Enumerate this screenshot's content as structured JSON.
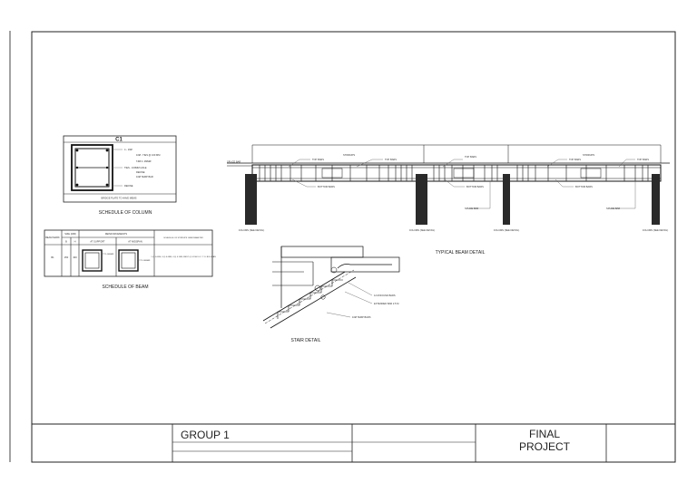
{
  "sheet": {
    "column_schedule": {
      "mark": "C1",
      "notes": [
        "4 - 16Ø",
        "10Ø - TIES @ 100 MM",
        "T&B 0. 2MMØ",
        "TIES - 100MM HOLE",
        "REFINE",
        "10Ø TEMP BAR",
        "REFINE"
      ],
      "footnote": "BRIDGE PLATE TO HAVE MEMS",
      "caption": "SCHEDULE OF COLUMN"
    },
    "beam_schedule": {
      "headers": {
        "beam_mark": "BEAM MARK",
        "size": "SIZE (MM)",
        "b": "B",
        "h": "H",
        "reinforcements": "REINFORCEMENTS",
        "at_support": "AT SUPPORT",
        "at_midspan": "AT MIDSPAN",
        "stirrups": "SCHEDULE OF STIRRUPS 10MM DIAMETER"
      },
      "row": {
        "mark": "B1",
        "b": "250",
        "h": "300",
        "support_note": "2-16MMØ",
        "midspan_note": "2-16MMØ",
        "stirrups_text": "1 @ 0.05M, 4 @ 0.08M, 4 @ 0.10M, REST @ 0.15M O.C. T.O. B/S SPAN"
      },
      "caption": "SCHEDULE OF BEAM"
    },
    "beam_detail": {
      "labels": [
        "TOP BARS",
        "BOTTOM BARS",
        "STIRRUPS",
        "SPLICE BAR"
      ],
      "column_tags": [
        "COLUMN (SEE DETAIL)",
        "COLUMN (SEE DETAIL)",
        "COLUMN (SEE DETAIL)",
        "COLUMN (SEE DETAIL)"
      ],
      "caption": "TYPICAL BEAM DETAIL"
    },
    "stair_detail": {
      "notes": [
        "12 Ø ROUND BARS",
        "EXTENDED BAR 2.5 M",
        "10Ø TEMP BARS"
      ],
      "caption": "STAIR DETAIL"
    },
    "title_block": {
      "group": "GROUP 1",
      "project_line1": "FINAL",
      "project_line2": "PROJECT"
    }
  }
}
